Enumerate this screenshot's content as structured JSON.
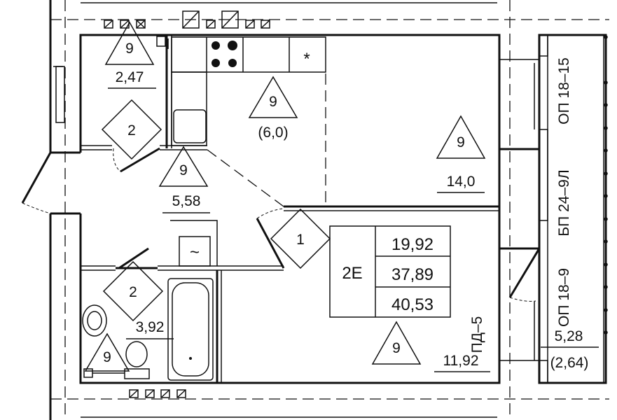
{
  "plan": {
    "unit_type": "2E",
    "areas": {
      "living": "19,92",
      "total": "37,89",
      "total_with_balcony": "40,53"
    },
    "rooms": {
      "storage_area": "2,47",
      "hall_area": "5,58",
      "kitchen_area": "(6,0)",
      "living_room_area": "14,0",
      "bedroom_area": "11,92",
      "bathroom_area": "3,92",
      "balcony_area": "5,28",
      "balcony_reduced_area": "(2,64)"
    },
    "markers": {
      "triangle": "9",
      "diamond_door_2": "2",
      "diamond_door_1": "1"
    },
    "panels": {
      "top_balcony_panel": "ОП 18–15",
      "middle_balcony_panel": "БП 24–9Л",
      "bottom_balcony_panel": "ОП 18–9",
      "partition": "ПД–5"
    },
    "symbols": {
      "fridge": "*",
      "boiler": "~"
    }
  }
}
